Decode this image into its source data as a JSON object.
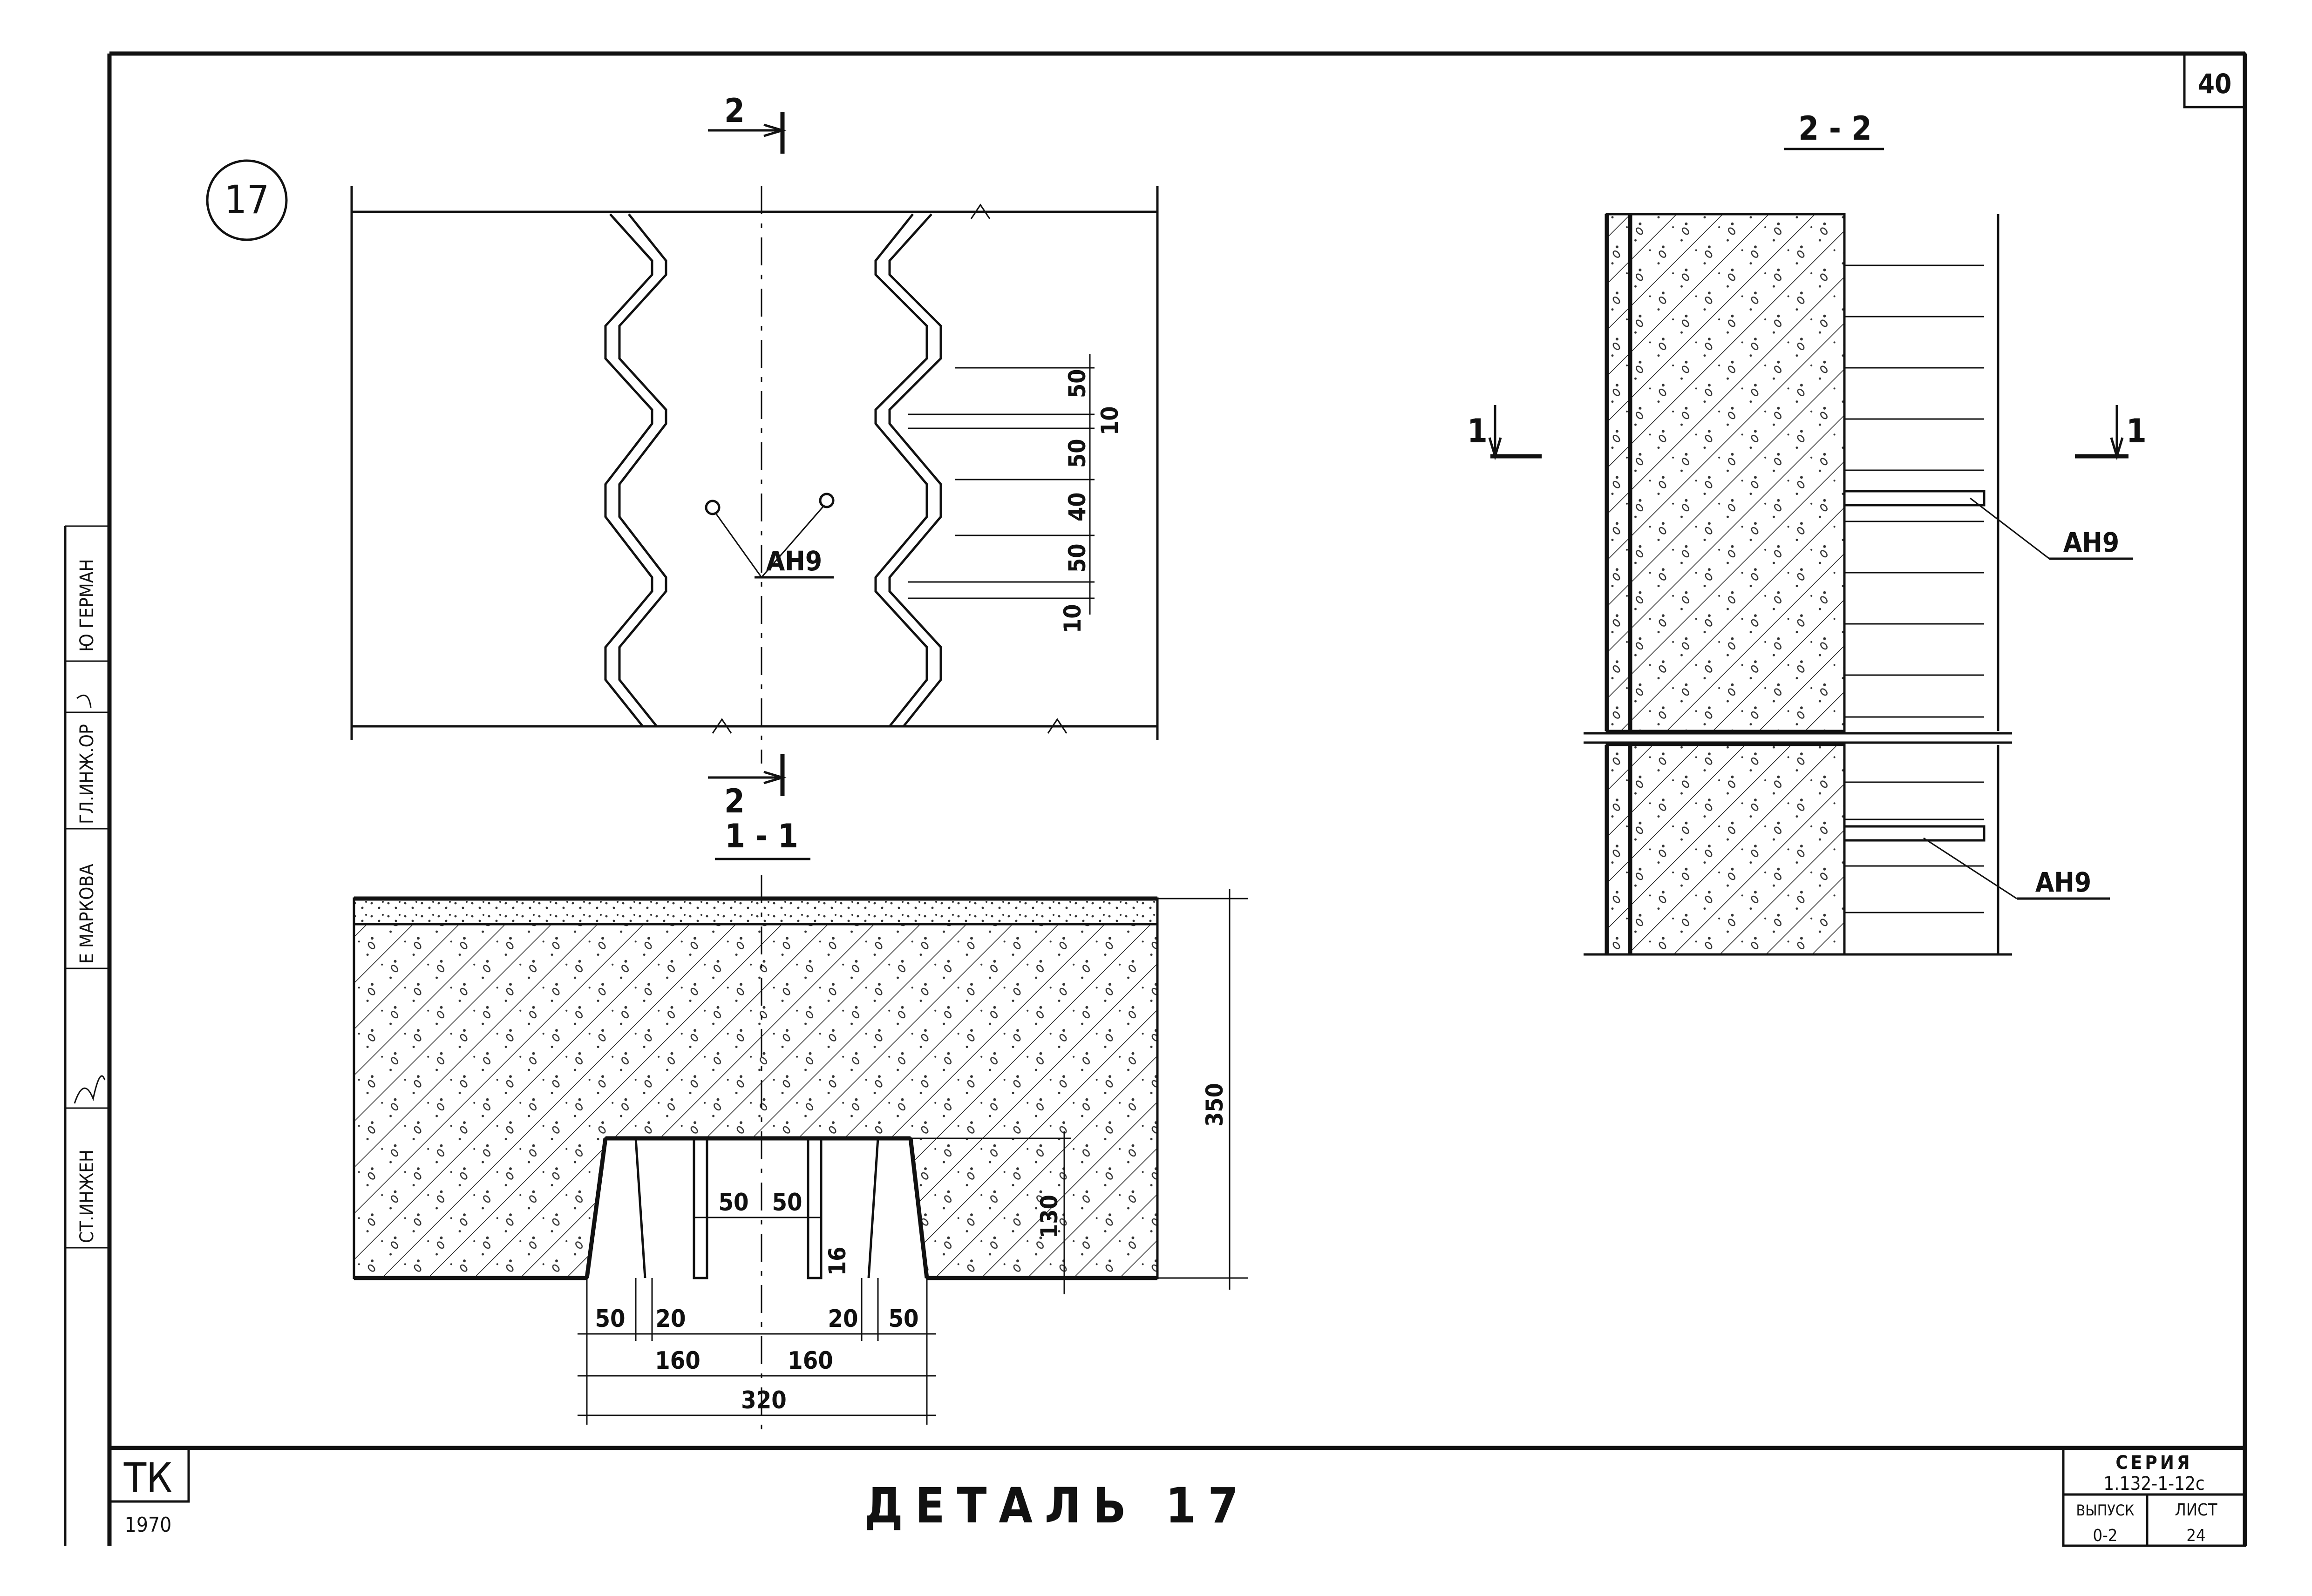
{
  "sheet": {
    "page_number": "40",
    "detail_number": "17",
    "title": "ДЕТАЛЬ 17",
    "org_code": "ТК",
    "year_partial": "1970",
    "series_label": "СЕРИЯ",
    "series_code": "1.132-1-12с",
    "issue_label": "ВЫПУСК",
    "sheet_label": "ЛИСТ",
    "issue_value": "0-2",
    "sheet_value": "24"
  },
  "stamp": {
    "role_1": "СТ.ИНЖЕН",
    "name_1": "Е МАРКОВА",
    "role_2": "ГЛ.ИНЖ.ОР",
    "name_2": "Ю ГЕРМАН"
  },
  "plan": {
    "cut_mark_top": "2",
    "cut_mark_bottom": "2",
    "anchor_label": "АН9",
    "dims_right": [
      "50",
      "10",
      "50",
      "40",
      "50",
      "10"
    ]
  },
  "section_1_1": {
    "title": "1 - 1",
    "dim_height": "350",
    "dim_groove_depth": "130",
    "dim_inner_left": "50",
    "dim_inner_right": "50",
    "dim_small": "16",
    "dim_bottom_left_50": "50",
    "dim_bottom_left_20": "20",
    "dim_bottom_right_20": "20",
    "dim_bottom_right_50": "50",
    "dim_half_left": "160",
    "dim_half_right": "160",
    "dim_total": "320"
  },
  "section_2_2": {
    "title": "2 - 2",
    "cut_mark_left": "1",
    "cut_mark_right": "1",
    "anchor_label_top": "АН9",
    "anchor_label_bottom": "АН9"
  }
}
